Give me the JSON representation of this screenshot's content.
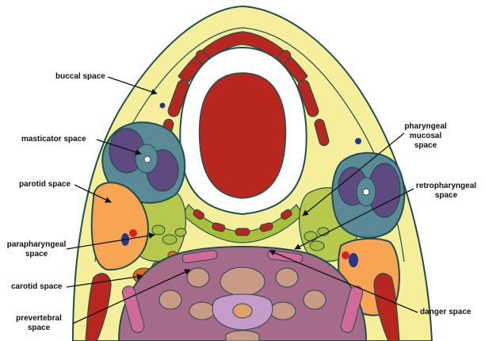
{
  "colors": {
    "fat": "#f5ef9c",
    "outline": "#1f4e4e",
    "muscle_red": "#b8271f",
    "masticator_muscle": "#5e4a80",
    "masticator_bg": "#5a8a96",
    "parotid": "#f7a552",
    "parapharyngeal": "#a8bf3b",
    "vertebra_body": "#c99a86",
    "prevertebral": "#a56b8b",
    "neck_muscle_pink": "#d06a9a",
    "cord": "#c49bc9",
    "vessel_blue": "#1f3a8a",
    "vessel_red": "#d42121",
    "carotid_orange": "#e56a1e"
  },
  "labels": {
    "buccal": "buccal space",
    "masticator": "masticator space",
    "parotid": "parotid space",
    "parapharyngeal_1": "parapharyngeal",
    "parapharyngeal_2": "space",
    "carotid": "carotid space",
    "prevertebral_1": "prevertebral",
    "prevertebral_2": "space",
    "pharyngeal_mucosal_1": "pharyngeal",
    "pharyngeal_mucosal_2": "mucosal",
    "pharyngeal_mucosal_3": "space",
    "retropharyngeal_1": "retropharyngeal",
    "retropharyngeal_2": "space",
    "danger": "danger space"
  }
}
